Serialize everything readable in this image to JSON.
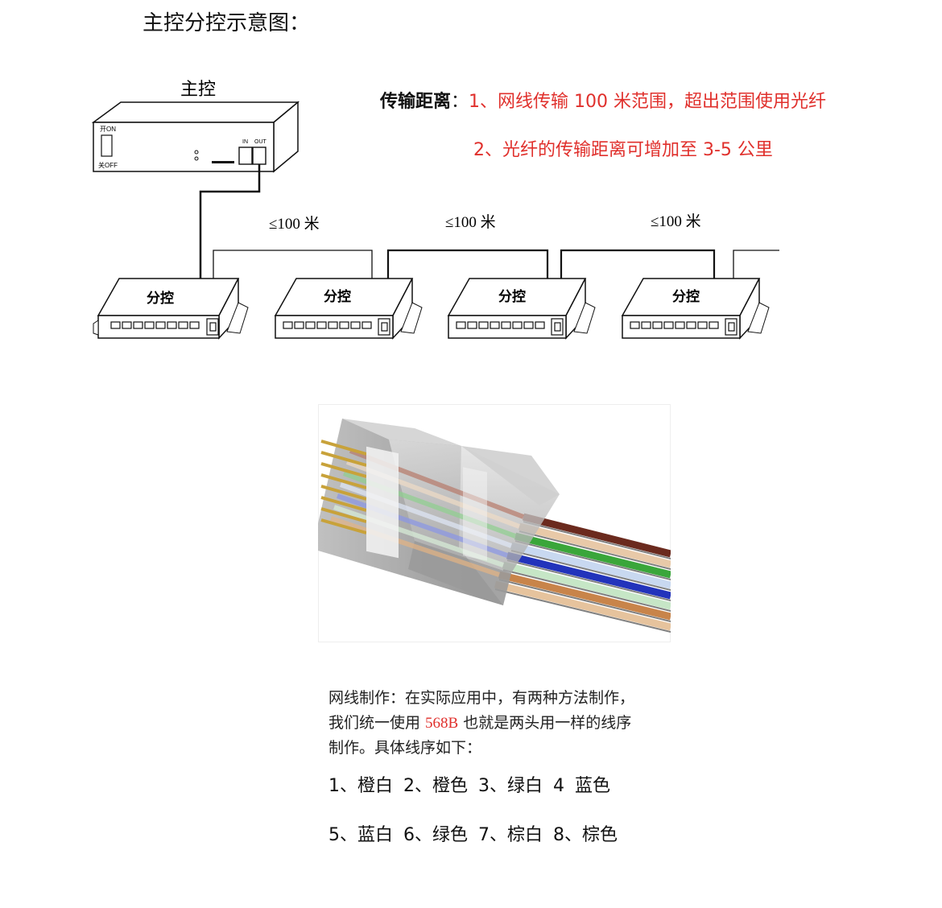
{
  "title": "主控分控示意图：",
  "main_controller": {
    "label": "主控",
    "switch_on": "开ON",
    "switch_off": "关OFF",
    "port_in": "IN",
    "port_out": "OUT"
  },
  "transmission": {
    "heading": "传输距离",
    "colon": "：",
    "note1": "1、网线传输 100 米范围，超出范围使用光纤",
    "note2": "2、光纤的传输距离可增加至 3-5 公里"
  },
  "segments": [
    "≤100 米",
    "≤100 米",
    "≤100 米"
  ],
  "sub_controllers": [
    {
      "label": "分控"
    },
    {
      "label": "分控"
    },
    {
      "label": "分控"
    },
    {
      "label": "分控"
    }
  ],
  "wiring": {
    "line1": "网线制作：在实际应用中，有两种方法制作，",
    "line2_before": "我们统一使用 ",
    "standard": "568B",
    "line2_after": "  也就是两头用一样的线序",
    "line3": "制作。具体线序如下："
  },
  "wire_order": {
    "line1": "1、橙白  2、橙色  3、绿白  4 蓝色",
    "line2": "5、蓝白  6、绿色  7、棕白  8、棕色"
  },
  "colors": {
    "accent_red": "#e0302c",
    "wire_orange": "#c8844a",
    "wire_green": "#3aa63a",
    "wire_blue": "#2233bb",
    "wire_brown": "#6b2a1e"
  }
}
